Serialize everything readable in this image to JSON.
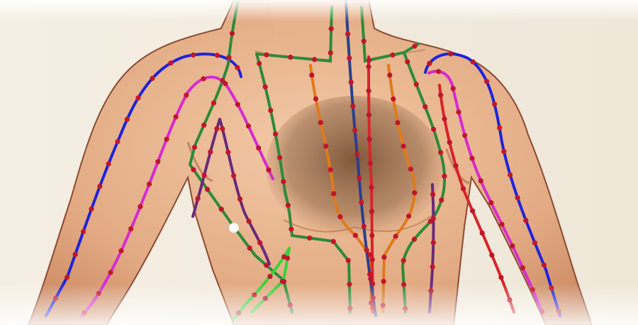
{
  "image": {
    "subject": "torso-meridian-illustration",
    "palette": {
      "background": "#f3ede1",
      "skin_light": "#f0c9a6",
      "skin_mid": "#dca079",
      "skin_shadow": "#c37f59",
      "hair": "#7b5536",
      "outline": "#8a4a33"
    }
  },
  "meridians": [
    {
      "id": "blue",
      "color": "#1f23d8"
    },
    {
      "id": "magenta",
      "color": "#d52bd0"
    },
    {
      "id": "green",
      "color": "#2e8a3a"
    },
    {
      "id": "orange",
      "color": "#e07a1d"
    },
    {
      "id": "red",
      "color": "#d8242a"
    },
    {
      "id": "purple",
      "color": "#6a2a7a"
    },
    {
      "id": "lime",
      "color": "#36d23a"
    },
    {
      "id": "navy",
      "color": "#2b3e8d"
    }
  ],
  "points_color": "#c0162c"
}
